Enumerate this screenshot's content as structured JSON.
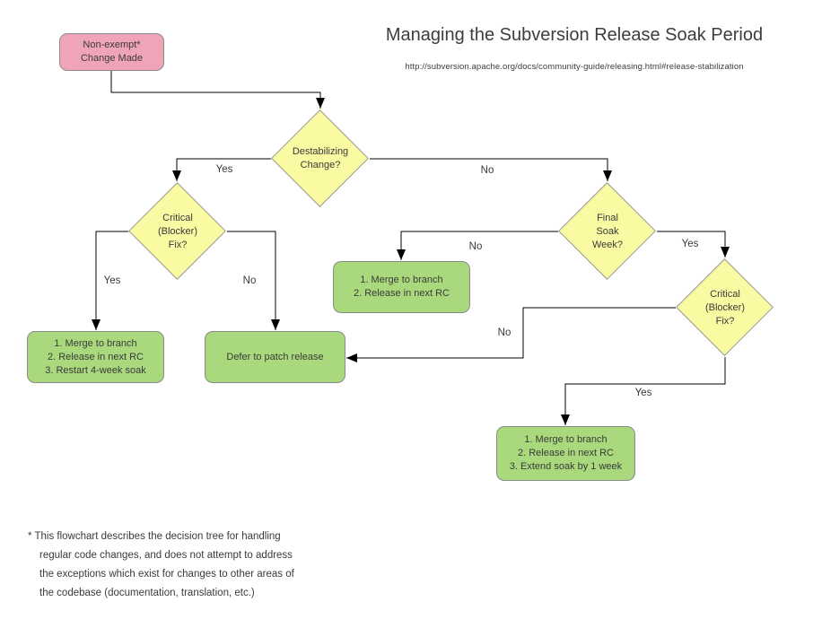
{
  "header": {
    "title": "Managing the Subversion Release Soak Period",
    "subtitle_url": "http://subversion.apache.org/docs/community-guide/releasing.html#release-stabilization"
  },
  "colors": {
    "start_fill": "#f0a4b8",
    "decision_fill": "#fafaa2",
    "action_fill": "#a9d97c",
    "line": "#000000"
  },
  "nodes": {
    "start": {
      "label": "Non-exempt*\nChange Made"
    },
    "destabilizing": {
      "label": "Destabilizing\nChange?"
    },
    "critical_left": {
      "label": "Critical\n(Blocker)\nFix?"
    },
    "final_soak": {
      "label": "Final\nSoak\nWeek?"
    },
    "critical_right": {
      "label": "Critical\n(Blocker)\nFix?"
    },
    "merge_restart": {
      "label": "1. Merge to branch\n2. Release in next RC\n3. Restart 4-week soak"
    },
    "defer": {
      "label": "Defer to patch release"
    },
    "merge_next_rc": {
      "label": "1. Merge to branch\n2. Release in next RC"
    },
    "merge_extend": {
      "label": "1. Merge to branch\n2. Release in next RC\n3. Extend soak by 1 week"
    }
  },
  "edge_labels": {
    "destabilizing_yes": "Yes",
    "destabilizing_no": "No",
    "critical_left_yes": "Yes",
    "critical_left_no": "No",
    "final_soak_no": "No",
    "final_soak_yes": "Yes",
    "critical_right_no": "No",
    "critical_right_yes": "Yes"
  },
  "footnote": "* This flowchart describes the decision tree for handling\nregular code changes, and does not attempt to address\nthe exceptions which exist for changes to other areas of\nthe codebase (documentation, translation, etc.)"
}
